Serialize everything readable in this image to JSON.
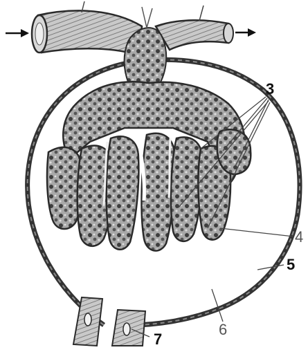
{
  "diagram": {
    "labels": {
      "l3": "3",
      "l4": "4",
      "l5": "5",
      "l6": "6",
      "l7": "7"
    },
    "colors": {
      "outline": "#2a2a2a",
      "vessel_fill": "#bdbdbd",
      "capillary_fill": "#9a9a9a",
      "capillary_dark": "#3a3a3a",
      "capsule": "#333333",
      "leader": "#444444"
    }
  }
}
